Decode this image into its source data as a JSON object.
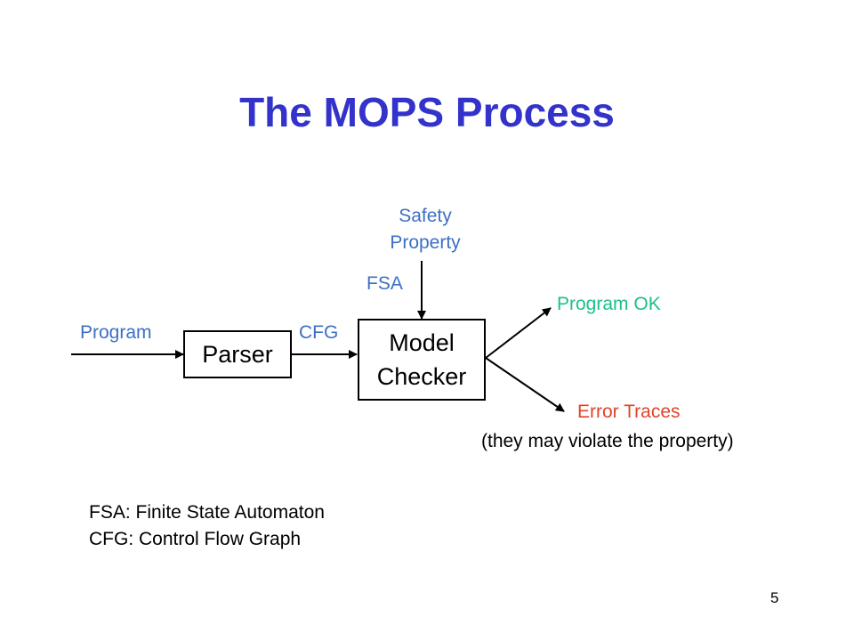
{
  "slide": {
    "title": "The MOPS Process",
    "page_number": "5"
  },
  "colors": {
    "title": "#3333cc",
    "label": "#3d6fc4",
    "ok": "#1cc08a",
    "error": "#e0442a",
    "text": "#000000"
  },
  "diagram": {
    "program_label": "Program",
    "parser_label": "Parser",
    "cfg_label": "CFG",
    "safety_property_line1": "Safety",
    "safety_property_line2": "Property",
    "fsa_label": "FSA",
    "model_checker_line1": "Model",
    "model_checker_line2": "Checker",
    "program_ok_label": "Program OK",
    "error_traces_label": "Error Traces",
    "error_note": "(they may violate the property)"
  },
  "legend": {
    "fsa_definition": "FSA: Finite State Automaton",
    "cfg_definition": "CFG: Control Flow Graph"
  }
}
